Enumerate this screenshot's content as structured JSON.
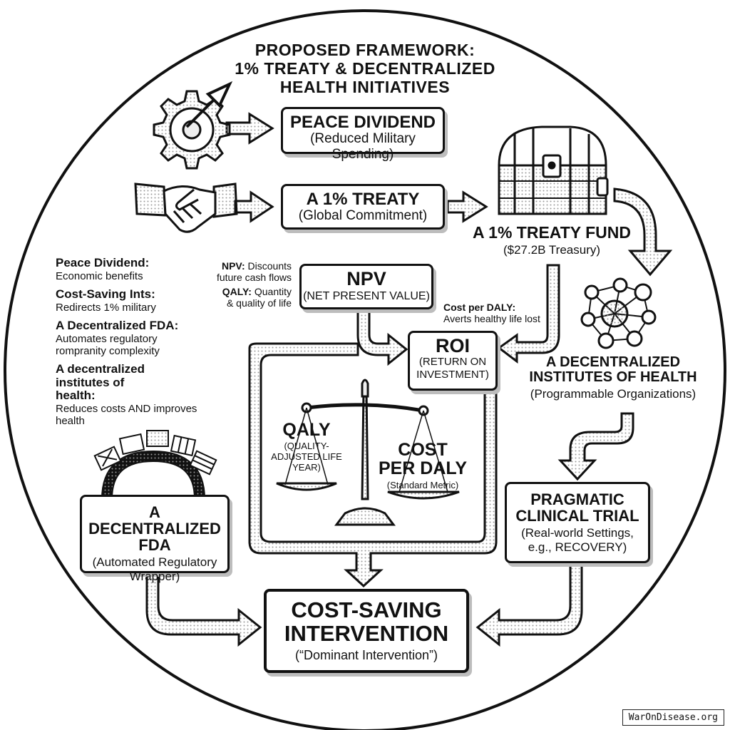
{
  "title": {
    "line1": "PROPOSED FRAMEWORK:",
    "line2": "1% TREATY & DECENTRALIZED",
    "line3": "HEALTH INITIATIVES"
  },
  "peace_dividend": {
    "title": "PEACE DIVIDEND",
    "sub": "(Reduced Military Spending)"
  },
  "treaty": {
    "title": "A 1% TREATY",
    "sub": "(Global Commitment)"
  },
  "treaty_fund": {
    "title": "A 1% TREATY FUND",
    "sub": "($27.2B Treasury)"
  },
  "npv": {
    "title": "NPV",
    "sub": "(NET PRESENT VALUE)"
  },
  "roi": {
    "title": "ROI",
    "sub1": "(RETURN ON",
    "sub2": "INVESTMENT)"
  },
  "dih": {
    "line1": "A DECENTRALIZED",
    "line2": "INSTITUTES OF HEALTH",
    "sub": "(Programmable Organizations)"
  },
  "qaly": {
    "title": "QALY",
    "sub1": "(QUALITY-",
    "sub2": "ADJUSTED LIFE YEAR)"
  },
  "cost_daly": {
    "line1": "COST",
    "line2": "PER DALY",
    "sub": "(Standard Metric)"
  },
  "dfda": {
    "line1": "A DECENTRALIZED",
    "line2": "FDA",
    "sub1": "(Automated Regulatory",
    "sub2": "Wrapper)"
  },
  "trial": {
    "line1": "PRAGMATIC",
    "line2": "CLINICAL TRIAL",
    "sub1": "(Real-world Settings,",
    "sub2": "e.g., RECOVERY)"
  },
  "intervention": {
    "line1": "COST-SAVING",
    "line2": "INTERVENTION",
    "sub": "(“Dominant Intervention”)"
  },
  "notes_left": [
    {
      "label": "Peace Dividend:",
      "desc": "Economic benefits"
    },
    {
      "label": "Cost-Saving Ints:",
      "desc": "Redirects 1% military"
    },
    {
      "label": "A Decentralized FDA:",
      "desc": "Automates regulatory rompranity complexity"
    },
    {
      "label": "A decentralized institutes of health:",
      "desc": "Reduces costs AND improves health"
    }
  ],
  "notes_mid": {
    "npv_label": "NPV:",
    "npv_desc1": "Discounts",
    "npv_desc2": "future cash flows",
    "qaly_label": "QALY:",
    "qaly_desc1": "Quantity",
    "qaly_desc2": "& quality of life"
  },
  "note_daly": {
    "label": "Cost per DALY:",
    "desc": "Averts healthy life lost"
  },
  "watermark": "WarOnDisease.org"
}
